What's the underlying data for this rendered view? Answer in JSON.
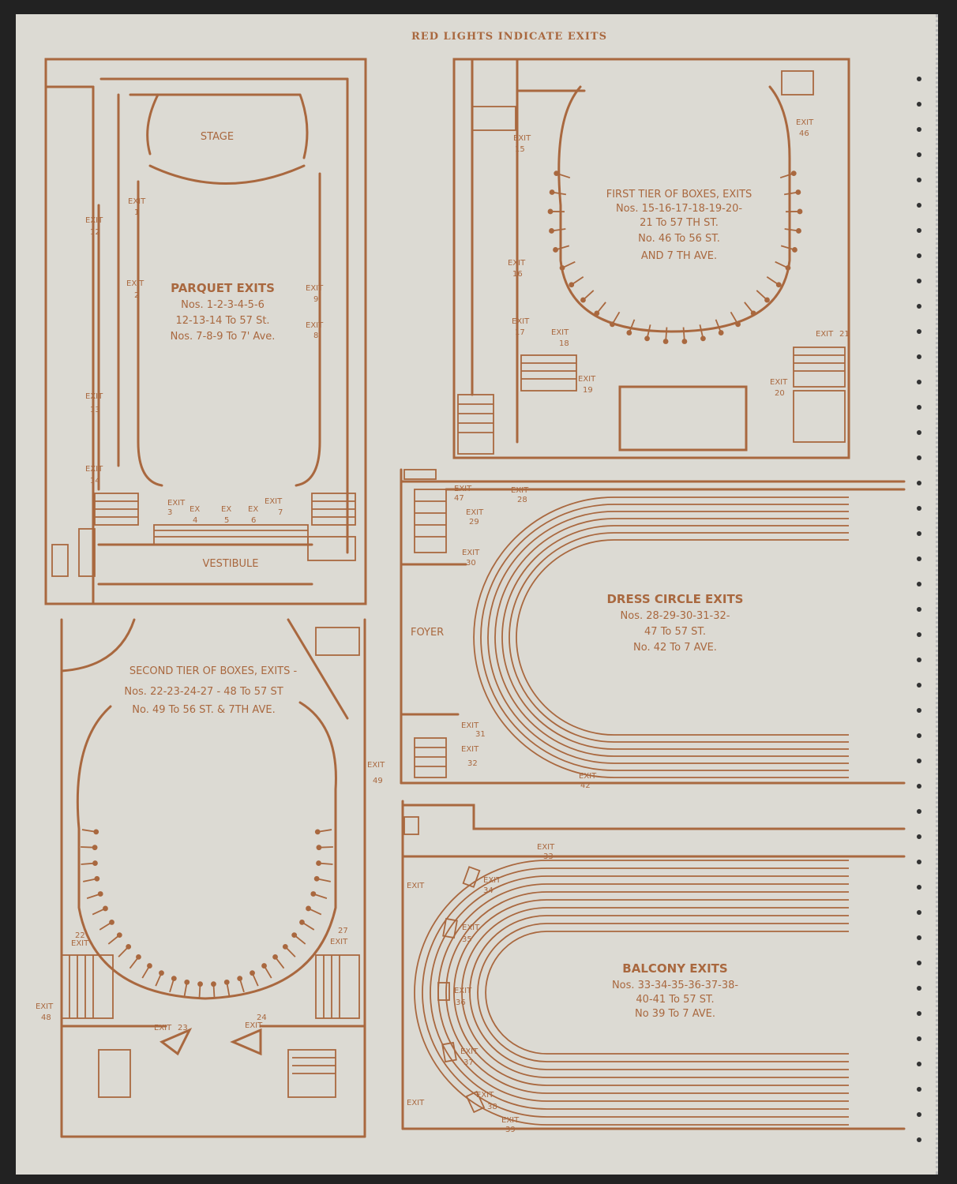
{
  "header": "RED LIGHTS INDICATE EXITS",
  "ink_color": "#a9683f",
  "paper_color": "#dcdad3",
  "parquet": {
    "stage": "STAGE",
    "vestibule": "VESTIBULE",
    "heading": "PARQUET EXITS",
    "line1": "Nos. 1-2-3-4-5-6",
    "line2": "12-13-14 To 57 St.",
    "line3": "Nos. 7-8-9 To 7' Ave.",
    "exits": [
      {
        "word": "EXIT",
        "num": "1"
      },
      {
        "word": "EXIT",
        "num": "2"
      },
      {
        "word": "EXIT",
        "num": "3"
      },
      {
        "word": "EX",
        "num": "4"
      },
      {
        "word": "EX",
        "num": "5"
      },
      {
        "word": "EX",
        "num": "6"
      },
      {
        "word": "EXIT",
        "num": "7"
      },
      {
        "word": "EXIT",
        "num": "8"
      },
      {
        "word": "EXIT",
        "num": "9"
      },
      {
        "word": "EXIT",
        "num": "12"
      },
      {
        "word": "EXIT",
        "num": "13"
      },
      {
        "word": "EXIT",
        "num": "14"
      }
    ]
  },
  "first_tier": {
    "heading": "FIRST TIER OF BOXES, EXITS",
    "line1": "Nos. 15-16-17-18-19-20-",
    "line2": "21 To 57 TH ST.",
    "line3": "No. 46 To 56 ST.",
    "line4": "AND 7 TH AVE.",
    "exits": [
      {
        "word": "EXIT",
        "num": "15"
      },
      {
        "word": "EXIT",
        "num": "16"
      },
      {
        "word": "EXIT",
        "num": "17"
      },
      {
        "word": "EXIT",
        "num": "18"
      },
      {
        "word": "EXIT",
        "num": "19"
      },
      {
        "word": "EXIT",
        "num": "20"
      },
      {
        "word": "EXIT",
        "num": "21"
      },
      {
        "word": "EXIT",
        "num": "46"
      }
    ]
  },
  "second_tier": {
    "heading": "SECOND TIER OF BOXES, EXITS -",
    "line1": "Nos. 22-23-24-27 - 48 To 57 ST",
    "line2": "No. 49 To 56 ST. & 7TH AVE.",
    "exits": [
      {
        "word": "EXIT",
        "num": "22"
      },
      {
        "word": "EXIT",
        "num": "23"
      },
      {
        "word": "EXIT",
        "num": "24"
      },
      {
        "word": "EXIT",
        "num": "27"
      },
      {
        "word": "EXIT",
        "num": "48"
      },
      {
        "word": "EXIT",
        "num": "49"
      }
    ]
  },
  "dress_circle": {
    "foyer": "FOYER",
    "heading": "DRESS CIRCLE EXITS",
    "line1": "Nos. 28-29-30-31-32-",
    "line2": "47 To 57 ST.",
    "line3": "No. 42 To 7 AVE.",
    "exits": [
      {
        "word": "EXIT",
        "num": "47"
      },
      {
        "word": "EXIT",
        "num": "28"
      },
      {
        "word": "EXIT",
        "num": "29"
      },
      {
        "word": "EXIT",
        "num": "30"
      },
      {
        "word": "EXIT",
        "num": "31"
      },
      {
        "word": "EXIT",
        "num": "32"
      },
      {
        "word": "EXIT",
        "num": "42"
      }
    ]
  },
  "balcony": {
    "heading": "BALCONY EXITS",
    "line1": "Nos. 33-34-35-36-37-38-",
    "line2": "40-41 To 57 ST.",
    "line3": "No 39 To 7 AVE.",
    "exits": [
      {
        "word": "EXIT",
        "num": "33"
      },
      {
        "word": "EXIT",
        "num": "34"
      },
      {
        "word": "EXIT",
        "num": "35"
      },
      {
        "word": "EXIT",
        "num": "36"
      },
      {
        "word": "EXIT",
        "num": "37"
      },
      {
        "word": "EXIT",
        "num": "38"
      },
      {
        "word": "EXIT",
        "num": "39"
      },
      {
        "word": "EXIT",
        "num": ""
      },
      {
        "word": "EXIT",
        "num": ""
      }
    ]
  }
}
